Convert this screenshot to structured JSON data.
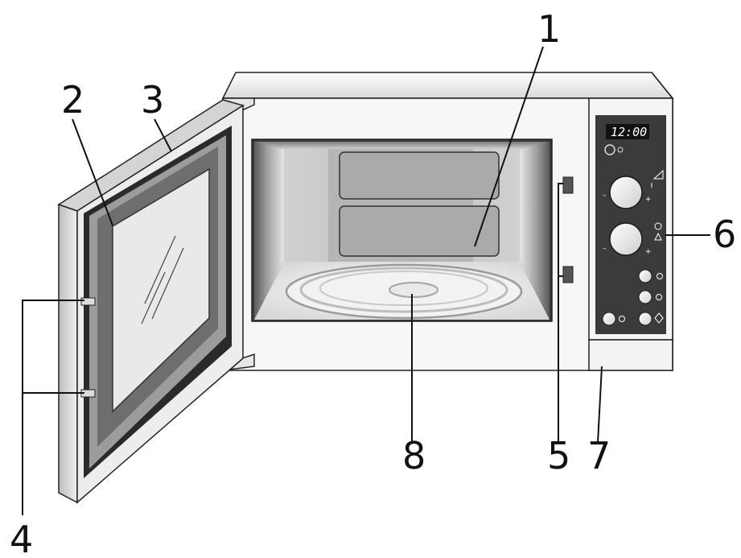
{
  "diagram": {
    "display": {
      "time": "12:00"
    },
    "dial_marks": {
      "minus": "–",
      "plus": "+"
    },
    "callouts": {
      "c1": "1",
      "c2": "2",
      "c3": "3",
      "c4": "4",
      "c5": "5",
      "c6": "6",
      "c7": "7",
      "c8": "8"
    }
  }
}
